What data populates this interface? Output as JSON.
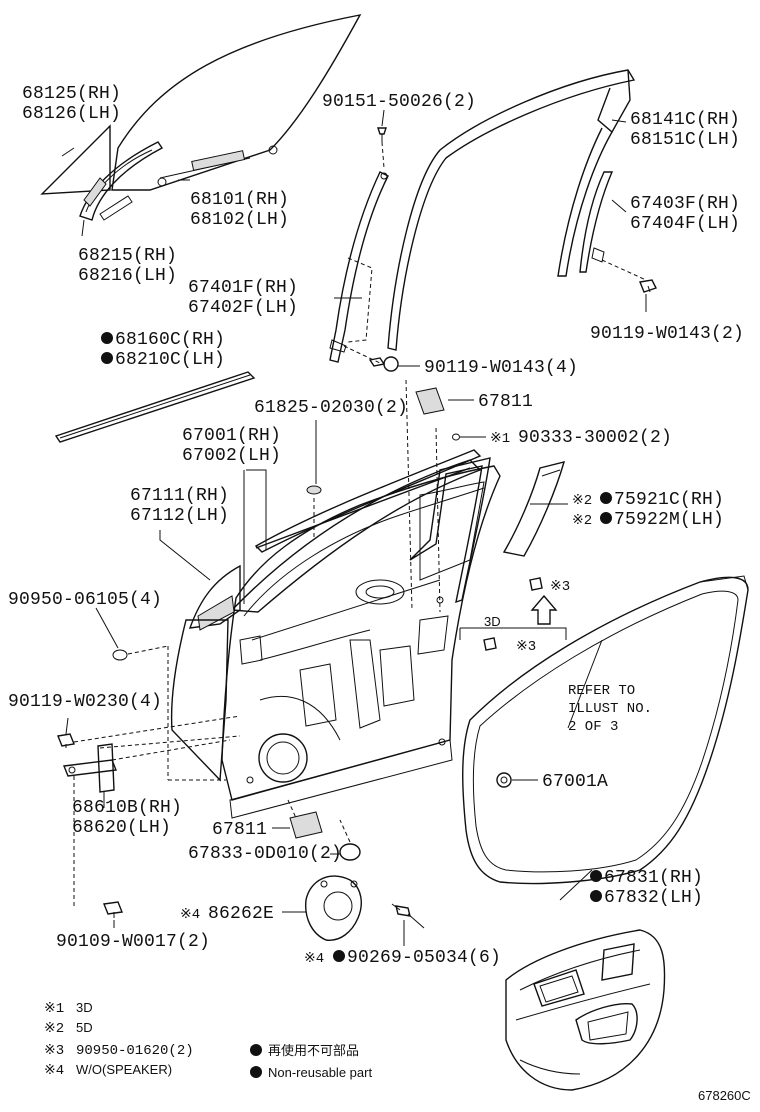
{
  "callouts": {
    "p68125": "68125(RH)",
    "p68126": "68126(LH)",
    "p68101": "68101(RH)",
    "p68102": "68102(LH)",
    "p68215": "68215(RH)",
    "p68216": "68216(LH)",
    "p90151": "90151-50026(2)",
    "p68141": "68141C(RH)",
    "p68151": "68151C(LH)",
    "p67403": "67403F(RH)",
    "p67404": "67404F(LH)",
    "p67401": "67401F(RH)",
    "p67402": "67402F(LH)",
    "p90119a": "90119-W0143(2)",
    "p68160": "68160C(RH)",
    "p68210": "68210C(LH)",
    "p90119b": "90119-W0143(4)",
    "p67811a": "67811",
    "p61825": "61825-02030(2)",
    "p67001": "67001(RH)",
    "p67002": "67002(LH)",
    "p90333": "90333-30002(2)",
    "p67111": "67111(RH)",
    "p67112": "67112(LH)",
    "p75921": "75921C(RH)",
    "p75922": "75922M(LH)",
    "p90950a": "90950-06105(4)",
    "p3d": "3D",
    "p90119c": "90119-W0230(4)",
    "refer1": "REFER TO",
    "refer2": "ILLUST NO.",
    "refer3": "2 OF 3",
    "p67001a": "67001A",
    "p68610": "68610B(RH)",
    "p68620": "68620(LH)",
    "p67811b": "67811",
    "p67833": "67833-0D010(2)",
    "p67831": "67831(RH)",
    "p67832": "67832(LH)",
    "p86262": "86262E",
    "p90109": "90109-W0017(2)",
    "p90269": "90269-05034(6)"
  },
  "marks": {
    "n1": "※1",
    "n2": "※2",
    "n3": "※3",
    "n4": "※4"
  },
  "legend": {
    "l1_mark": "※1",
    "l1_text": "3D",
    "l2_mark": "※2",
    "l2_text": "5D",
    "l3_mark": "※3",
    "l3_text": "90950-01620(2)",
    "l4_mark": "※4",
    "l4_text": "W/O(SPEAKER)",
    "ja_text": "再使用不可部品",
    "en_text": "Non-reusable part"
  },
  "figure_code": "678260C",
  "colors": {
    "ink": "#111111",
    "paper": "#ffffff"
  }
}
